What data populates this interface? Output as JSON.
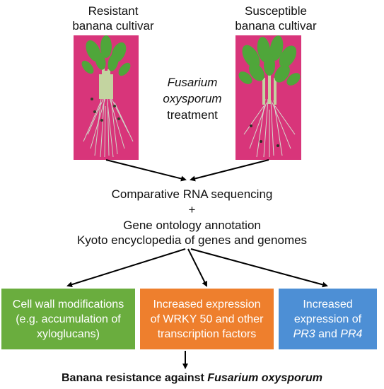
{
  "top": {
    "resistant_line1": "Resistant",
    "resistant_line2": "banana cultivar",
    "susceptible_line1": "Susceptible",
    "susceptible_line2": "banana cultivar",
    "treatment_line1": "Fusarium",
    "treatment_line2": "oxysporum",
    "treatment_line3": "treatment"
  },
  "middle": {
    "line1": "Comparative RNA sequencing",
    "plus": "+",
    "line2": "Gene ontology annotation",
    "line3": "Kyoto encyclopedia of genes and genomes"
  },
  "boxes": [
    {
      "line1": "Cell wall modifications",
      "line2": "(e.g. accumulation of",
      "line3": "xyloglucans)",
      "color": "#6aad3e"
    },
    {
      "line1": "Increased expression",
      "line2": "of WRKY 50 and other",
      "line3": "transcription factors",
      "color": "#ee7f2d"
    },
    {
      "line1": "Increased",
      "line2": "expression of",
      "line3_gene1": "PR3",
      "line3_and": " and ",
      "line3_gene2": "PR4",
      "color": "#4d8fd5"
    }
  ],
  "conclusion": {
    "prefix": "Banana resistance against ",
    "pathogen": "Fusarium oxysporum"
  },
  "colors": {
    "photo_background": "#d8357a",
    "arrow": "#000000"
  }
}
